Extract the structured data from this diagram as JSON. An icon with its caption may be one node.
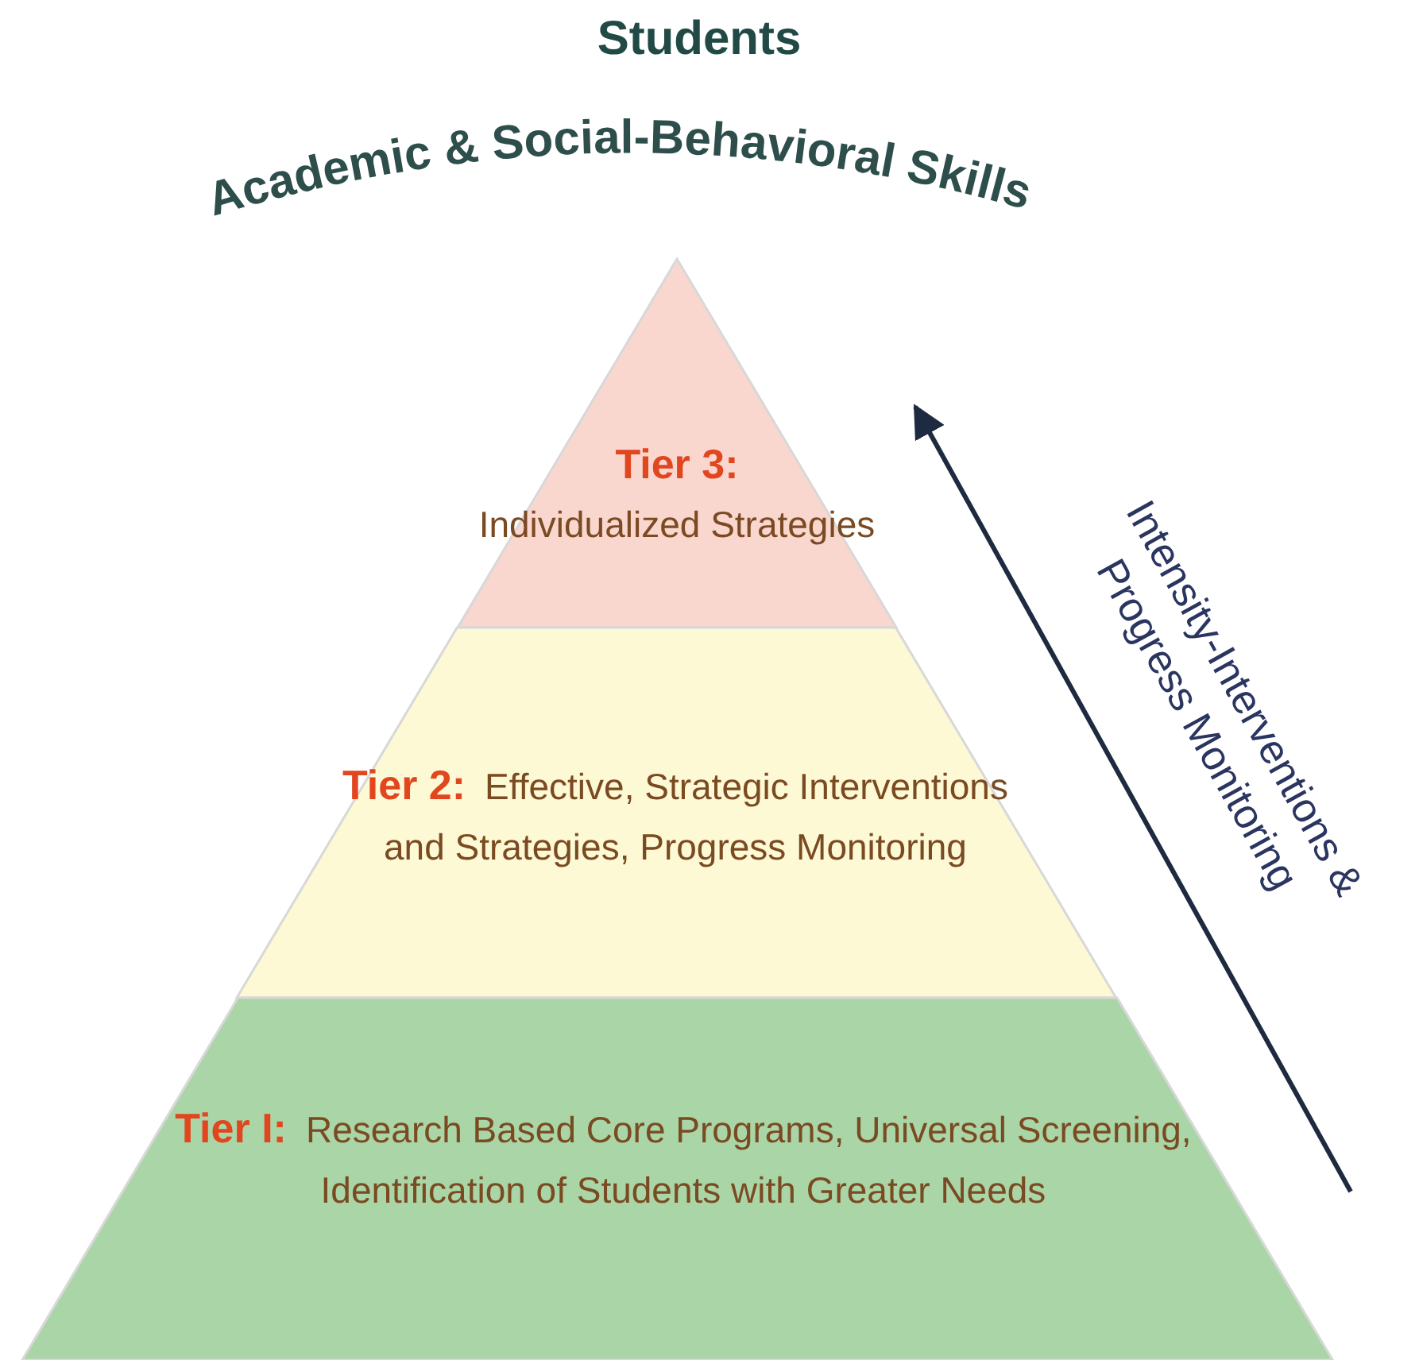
{
  "diagram": {
    "title": "Students",
    "nodes": [
      {
        "text": [
          "Tier 3:",
          "Individualized Strategies"
        ]
      },
      {
        "text": [
          "Tier 2:",
          "Effective, Strategic Interventions and Strategies, Progress Monitoring"
        ]
      },
      {
        "text": [
          "Tier I:",
          "Research Based Core Programs, Universal Screening, Identification of Students with Greater Needs"
        ]
      }
    ],
    "labels": [
      "Academic & Social-Behavioral Skills",
      "Intensity-Interventions & Progress Monitoring"
    ]
  }
}
